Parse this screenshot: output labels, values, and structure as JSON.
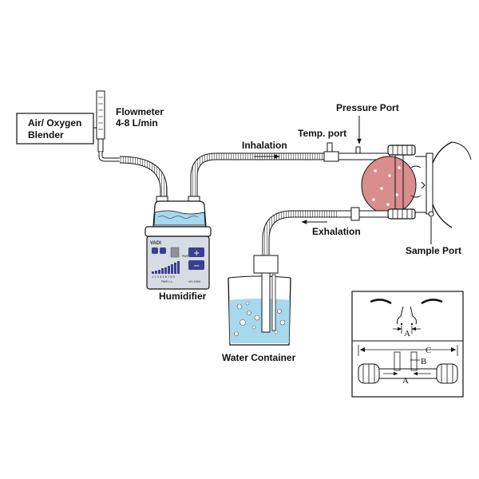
{
  "labels": {
    "blender_line1": "Air/ Oxygen",
    "blender_line2": "Blender",
    "flowmeter_line1": "Flowmeter",
    "flowmeter_line2": "4-8 L/min",
    "temp_port": "Temp. port",
    "inhalation": "Inhalation",
    "pressure_port": "Pressure Port",
    "exhalation": "Exhalation",
    "sample_port": "Sample Port",
    "humidifier": "Humidifier",
    "water_container": "Water Container"
  },
  "humidifier_panel": {
    "brand": "VADI",
    "plus": "+",
    "minus": "−",
    "pwr1": "PWR L.L.",
    "pwr2": "PWR L.L.",
    "scale": "1 2 3 4 5 6 7 8 9",
    "model": "VH-1900"
  },
  "inset": {
    "dim_a_top": "A",
    "dim_c": "C",
    "dim_b": "B",
    "dim_a_bottom": "A"
  },
  "colors": {
    "water": "#a8d8ee",
    "cannula": "#d98d8d",
    "panel": "#d7dbe3",
    "button": "#3b3f8f"
  }
}
